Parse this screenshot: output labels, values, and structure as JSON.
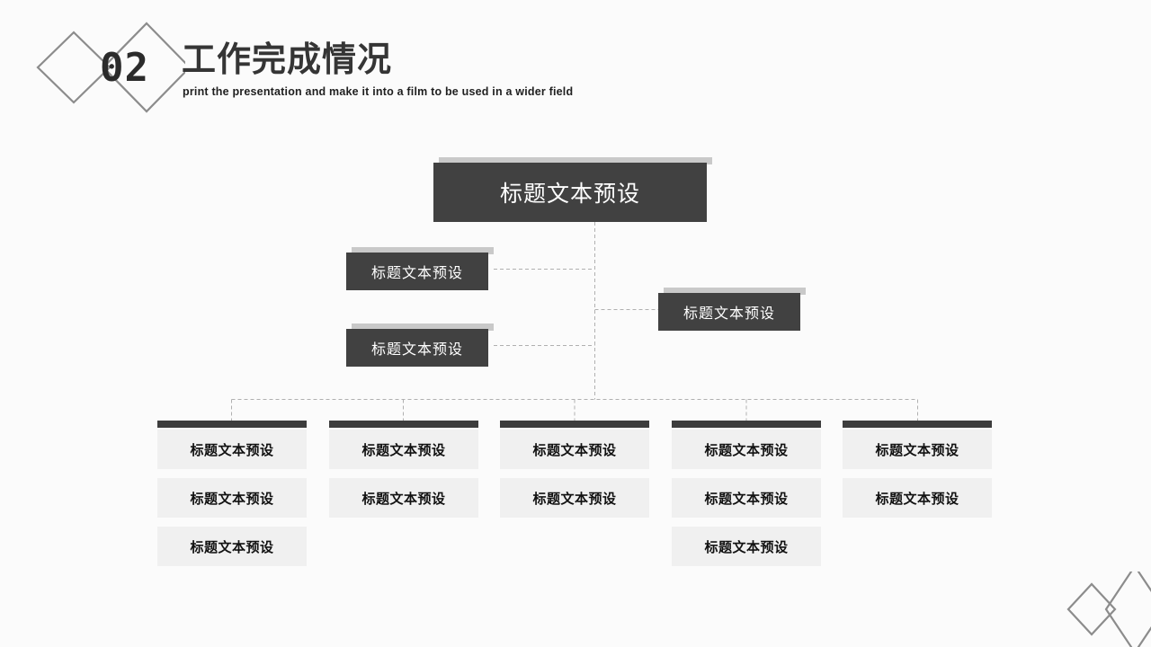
{
  "header": {
    "section_number": "02",
    "title": "工作完成情况",
    "subtitle": "print the presentation  and make it into a film to be used in a wider field",
    "logo_icon": "double-diamond-icon",
    "logo_color": "#8c8c8c"
  },
  "theme": {
    "background": "#fbfbfb",
    "node_dark": "#414141",
    "node_cap": "#c9c9c9",
    "leaf_background": "#f0f0f0",
    "leaf_topbar": "#3d3d3d",
    "connector": "#b0b0b0",
    "title_color": "#353535"
  },
  "diagram": {
    "type": "org-chart",
    "root": {
      "label": "标题文本预设"
    },
    "branches": [
      {
        "label": "标题文本预设"
      },
      {
        "label": "标题文本预设"
      },
      {
        "label": "标题文本预设"
      }
    ],
    "columns": [
      {
        "items": [
          "标题文本预设",
          "标题文本预设",
          "标题文本预设"
        ]
      },
      {
        "items": [
          "标题文本预设",
          "标题文本预设"
        ]
      },
      {
        "items": [
          "标题文本预设",
          "标题文本预设"
        ]
      },
      {
        "items": [
          "标题文本预设",
          "标题文本预设",
          "标题文本预设"
        ]
      },
      {
        "items": [
          "标题文本预设",
          "标题文本预设"
        ]
      }
    ]
  },
  "corner": {
    "decoration_icon": "double-diamond-icon",
    "color": "#8c8c8c"
  }
}
